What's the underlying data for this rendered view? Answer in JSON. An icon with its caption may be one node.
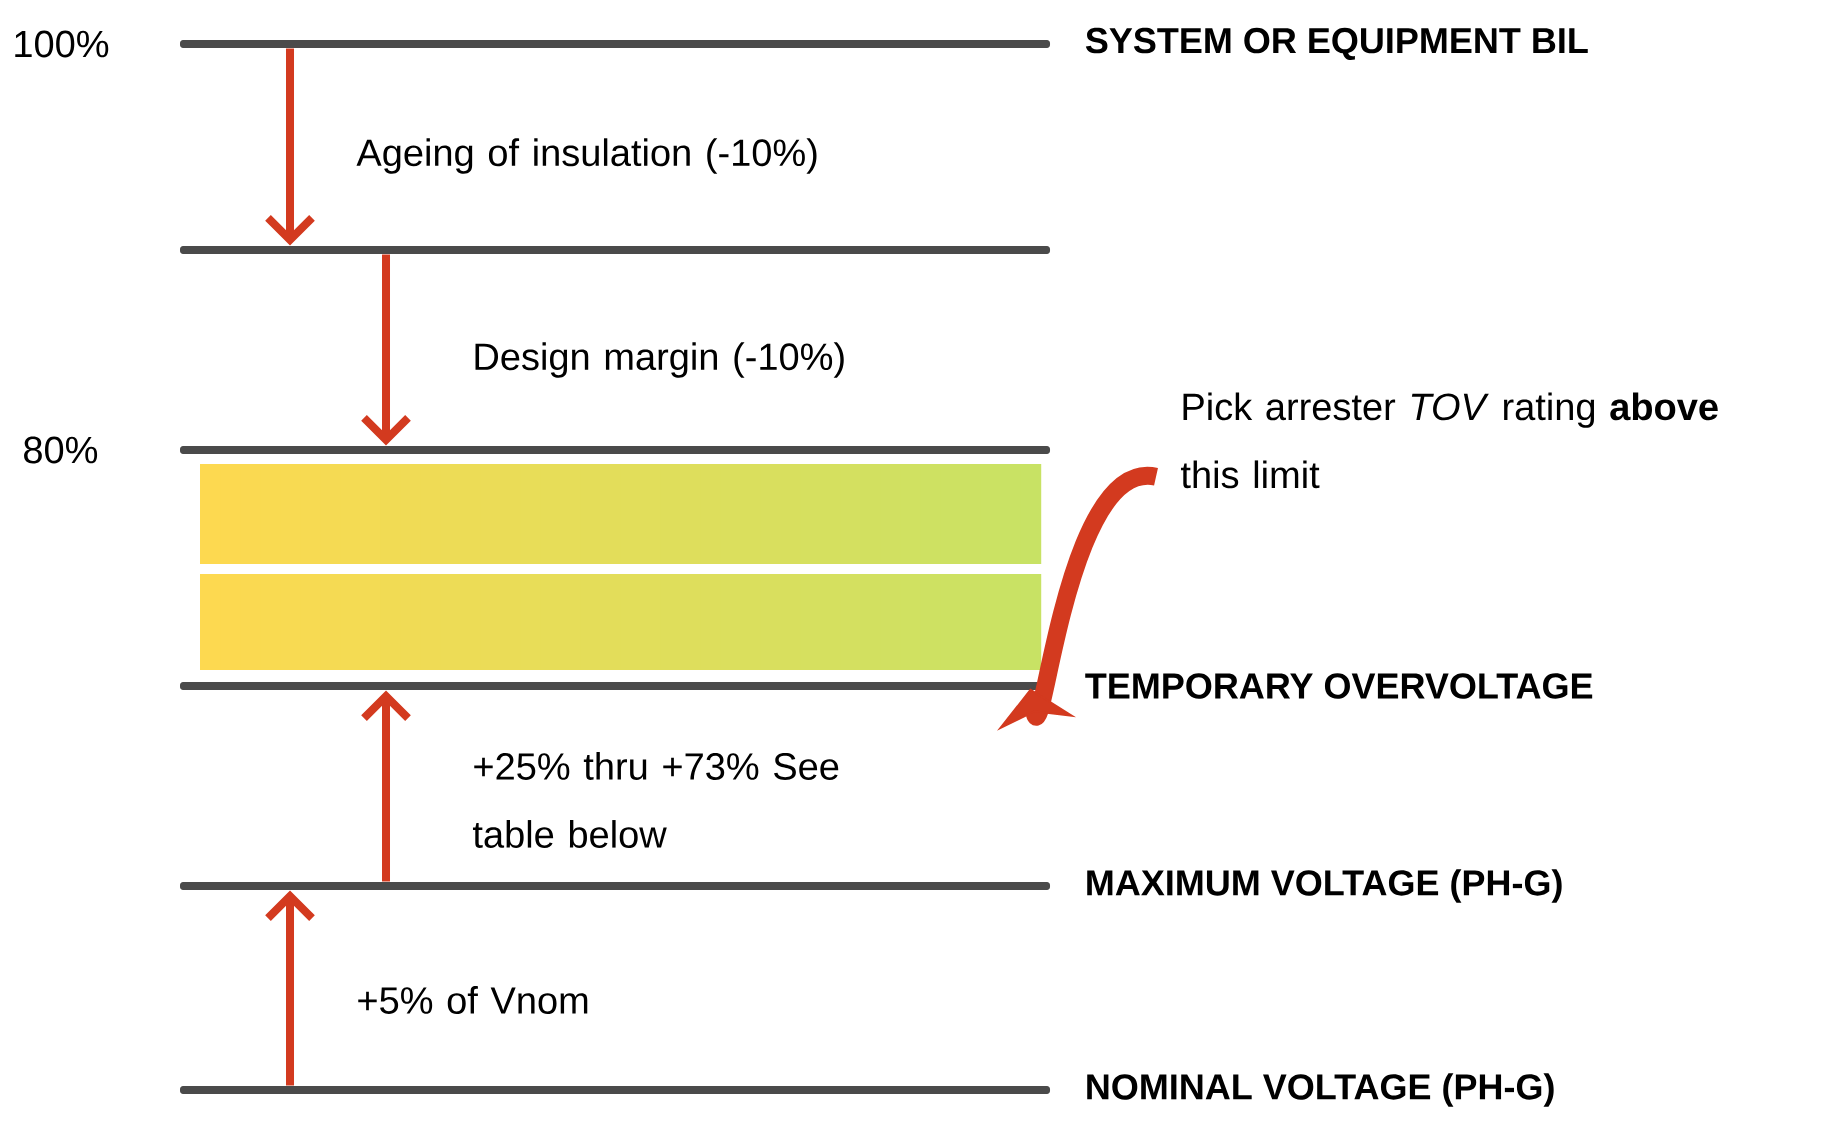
{
  "diagram": {
    "nodes": [
      {
        "text": [
          "SYSTEM OR EQUIPMENT BIL"
        ]
      },
      {
        "text": [],
        "shape": "bar"
      },
      {
        "text": [],
        "shape": "bar"
      },
      {
        "text": [
          "TEMPORARY OVERVOLTAGE"
        ]
      },
      {
        "text": [
          "MAXIMUM VOLTAGE (PH-G)"
        ]
      },
      {
        "text": [
          "NOMINAL VOLTAGE (PH-G)"
        ]
      },
      {
        "text": [
          "Pick arrester *TOV* rating **above** this limit"
        ]
      }
    ],
    "edges": [
      {
        "from": 0,
        "to": 1,
        "arrow": "to",
        "label": "Ageing of insulation (-10%)"
      },
      {
        "from": 1,
        "to": 2,
        "arrow": "to",
        "label": "Design margin (-10%)"
      },
      {
        "from": 4,
        "to": 3,
        "arrow": "to",
        "label": "+25% thru +73% See table below"
      },
      {
        "from": 5,
        "to": 4,
        "arrow": "to",
        "label": "+5% of Vnom"
      },
      {
        "from": 6,
        "to": 3,
        "arrow": "to",
        "style": "thick"
      }
    ],
    "labels": [
      "100%",
      "80%"
    ]
  }
}
